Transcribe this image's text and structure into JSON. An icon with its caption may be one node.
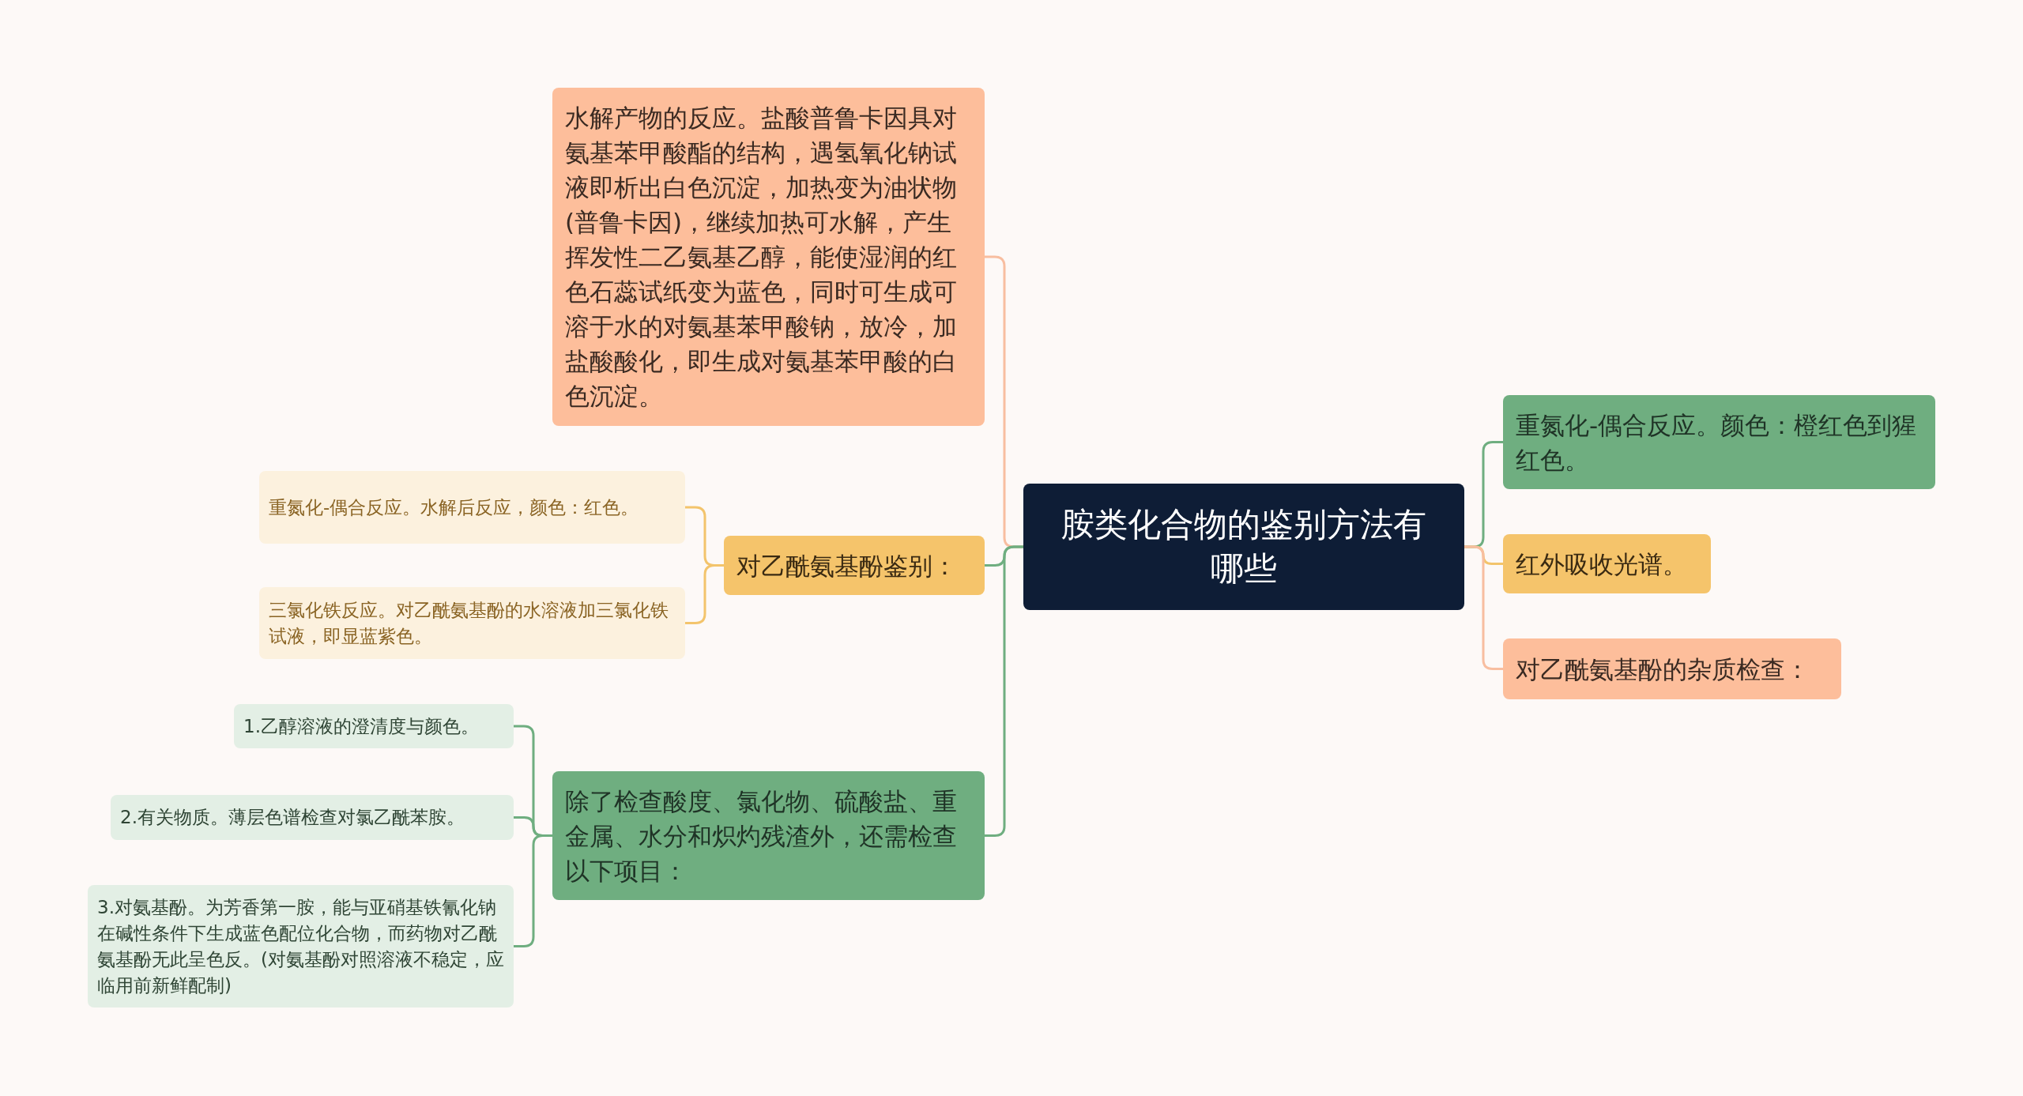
{
  "diagram": {
    "nodes": [
      {
        "text": [
          "胺类化合物的鉴别方法有哪些"
        ]
      },
      {
        "text": [
          "水解产物的反应。盐酸普鲁卡因具对氨基苯甲酸酯的结构，遇氢氧化钠试液即析出白色沉淀，加热变为油状物(普鲁卡因)，继续加热可水解，产生挥发性二乙氨基乙醇，能使湿润的红色石蕊试纸变为蓝色，同时可生成可溶于水的对氨基苯甲酸钠，放冷，加盐酸酸化，即生成对氨基苯甲酸的白色沉淀。"
        ]
      },
      {
        "text": [
          "对乙酰氨基酚鉴别："
        ]
      },
      {
        "text": [
          "重氮化-偶合反应。水解后反应，颜色：红色。"
        ]
      },
      {
        "text": [
          "三氯化铁反应。对乙酰氨基酚的水溶液加三氯化铁试液，即显蓝紫色。"
        ]
      },
      {
        "text": [
          "除了检查酸度、氯化物、硫酸盐、重金属、水分和炽灼残渣外，还需检查以下项目："
        ]
      },
      {
        "text": [
          "1.乙醇溶液的澄清度与颜色。"
        ]
      },
      {
        "text": [
          "2.有关物质。薄层色谱检查对氯乙酰苯胺。"
        ]
      },
      {
        "text": [
          "3.对氨基酚。为芳香第一胺，能与亚硝基铁氰化钠在碱性条件下生成蓝色配位化合物，而药物对乙酰氨基酚无此呈色反。(对氨基酚对照溶液不稳定，应临用前新鲜配制)"
        ]
      },
      {
        "text": [
          "重氮化-偶合反应。颜色：橙红色到猩红色。"
        ]
      },
      {
        "text": [
          "红外吸收光谱。"
        ]
      },
      {
        "text": [
          "对乙酰氨基酚的杂质检查："
        ]
      }
    ],
    "edges": [
      {
        "from": 0,
        "to": 1,
        "arrow": "none",
        "color": "#f8bea0"
      },
      {
        "from": 0,
        "to": 2,
        "arrow": "none",
        "color": "#6fae80"
      },
      {
        "from": 0,
        "to": 5,
        "arrow": "none",
        "color": "#6fae80"
      },
      {
        "from": 2,
        "to": 3,
        "arrow": "none",
        "color": "#f3c46c"
      },
      {
        "from": 2,
        "to": 4,
        "arrow": "none",
        "color": "#f3c46c"
      },
      {
        "from": 5,
        "to": 6,
        "arrow": "none",
        "color": "#6fae80"
      },
      {
        "from": 5,
        "to": 7,
        "arrow": "none",
        "color": "#6fae80"
      },
      {
        "from": 5,
        "to": 8,
        "arrow": "none",
        "color": "#6fae80"
      },
      {
        "from": 0,
        "to": 9,
        "arrow": "none",
        "color": "#6fae80"
      },
      {
        "from": 0,
        "to": 10,
        "arrow": "none",
        "color": "#f3c46c"
      },
      {
        "from": 0,
        "to": 11,
        "arrow": "none",
        "color": "#f8bea0"
      }
    ]
  }
}
